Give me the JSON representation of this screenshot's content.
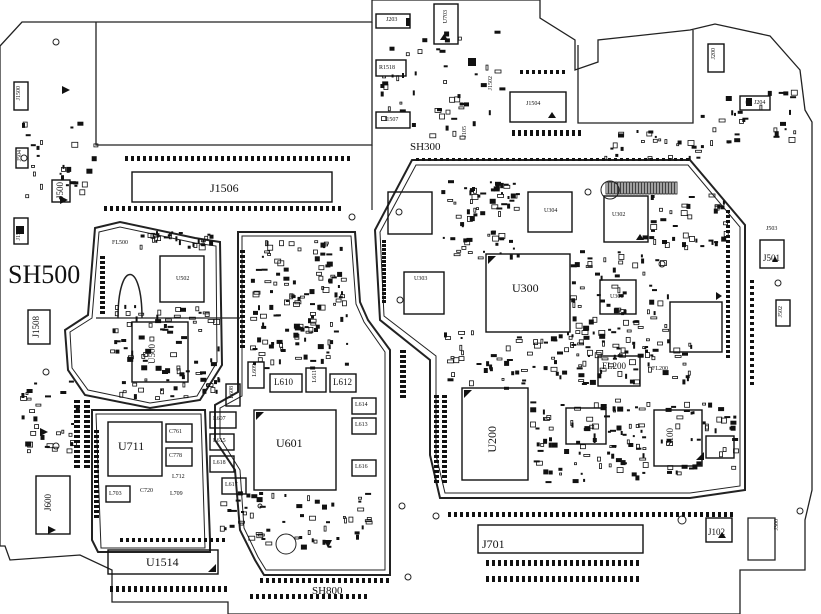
{
  "shield_labels": {
    "sh500": "SH500",
    "sh300": "SH300",
    "sh800": "SH800"
  },
  "chips": {
    "u300": "U300",
    "u200": "U200",
    "u601": "U601",
    "u711": "U711",
    "u1514": "U1514",
    "u500": "U500",
    "u502": "U502",
    "u304": "U304",
    "u302": "U302",
    "u301": "U301",
    "u303": "U303",
    "s100": "S100",
    "fl200": "FL200",
    "fl200b": "FL200"
  },
  "connectors": {
    "j1506": "J1506",
    "j701": "J701",
    "j600": "J600",
    "j1504": "J1504",
    "j501": "J501",
    "j102": "J102",
    "j1508": "J1508",
    "j500": "J500",
    "j503": "J503",
    "j204": "J204",
    "j1507": "J1507",
    "j203": "J203",
    "j105": "J105",
    "j1502": "J1502",
    "j502": "J502",
    "j504": "J504",
    "j1500": "J1500",
    "j1521": "J1521",
    "j200": "J200",
    "j300": "J300"
  },
  "passives": {
    "l610": "L610",
    "l611": "L611",
    "l612": "L612",
    "l614": "L614",
    "l613": "L613",
    "l616": "L616",
    "l615": "L615",
    "l618": "L618",
    "l617": "L617",
    "l607": "L607",
    "l608": "L608",
    "l703": "L703",
    "c761": "C761",
    "c778": "C778",
    "c720": "C720",
    "l712": "L712",
    "l709": "L709",
    "r1518": "R1518",
    "fl500": "FL500",
    "u703": "U703",
    "l609": "L609"
  }
}
